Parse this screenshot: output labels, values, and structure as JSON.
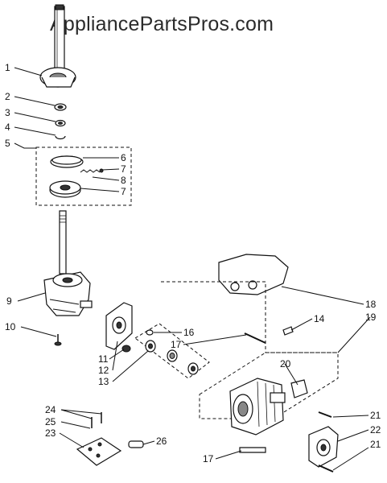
{
  "watermark": "AppliancePartsPros.com",
  "callouts": [
    {
      "id": "c1",
      "label": "1"
    },
    {
      "id": "c2",
      "label": "2"
    },
    {
      "id": "c3",
      "label": "3"
    },
    {
      "id": "c4",
      "label": "4"
    },
    {
      "id": "c5",
      "label": "5"
    },
    {
      "id": "c6",
      "label": "6"
    },
    {
      "id": "c7a",
      "label": "7"
    },
    {
      "id": "c8",
      "label": "8"
    },
    {
      "id": "c7b",
      "label": "7"
    },
    {
      "id": "c9",
      "label": "9"
    },
    {
      "id": "c10",
      "label": "10"
    },
    {
      "id": "c11",
      "label": "11"
    },
    {
      "id": "c12",
      "label": "12"
    },
    {
      "id": "c13",
      "label": "13"
    },
    {
      "id": "c14",
      "label": "14"
    },
    {
      "id": "c16",
      "label": "16"
    },
    {
      "id": "c17a",
      "label": "17"
    },
    {
      "id": "c18",
      "label": "18"
    },
    {
      "id": "c19",
      "label": "19"
    },
    {
      "id": "c20",
      "label": "20"
    },
    {
      "id": "c21a",
      "label": "21"
    },
    {
      "id": "c22",
      "label": "22"
    },
    {
      "id": "c21b",
      "label": "21"
    },
    {
      "id": "c17b",
      "label": "17"
    },
    {
      "id": "c24",
      "label": "24"
    },
    {
      "id": "c25",
      "label": "25"
    },
    {
      "id": "c23",
      "label": "23"
    },
    {
      "id": "c26",
      "label": "26"
    }
  ]
}
